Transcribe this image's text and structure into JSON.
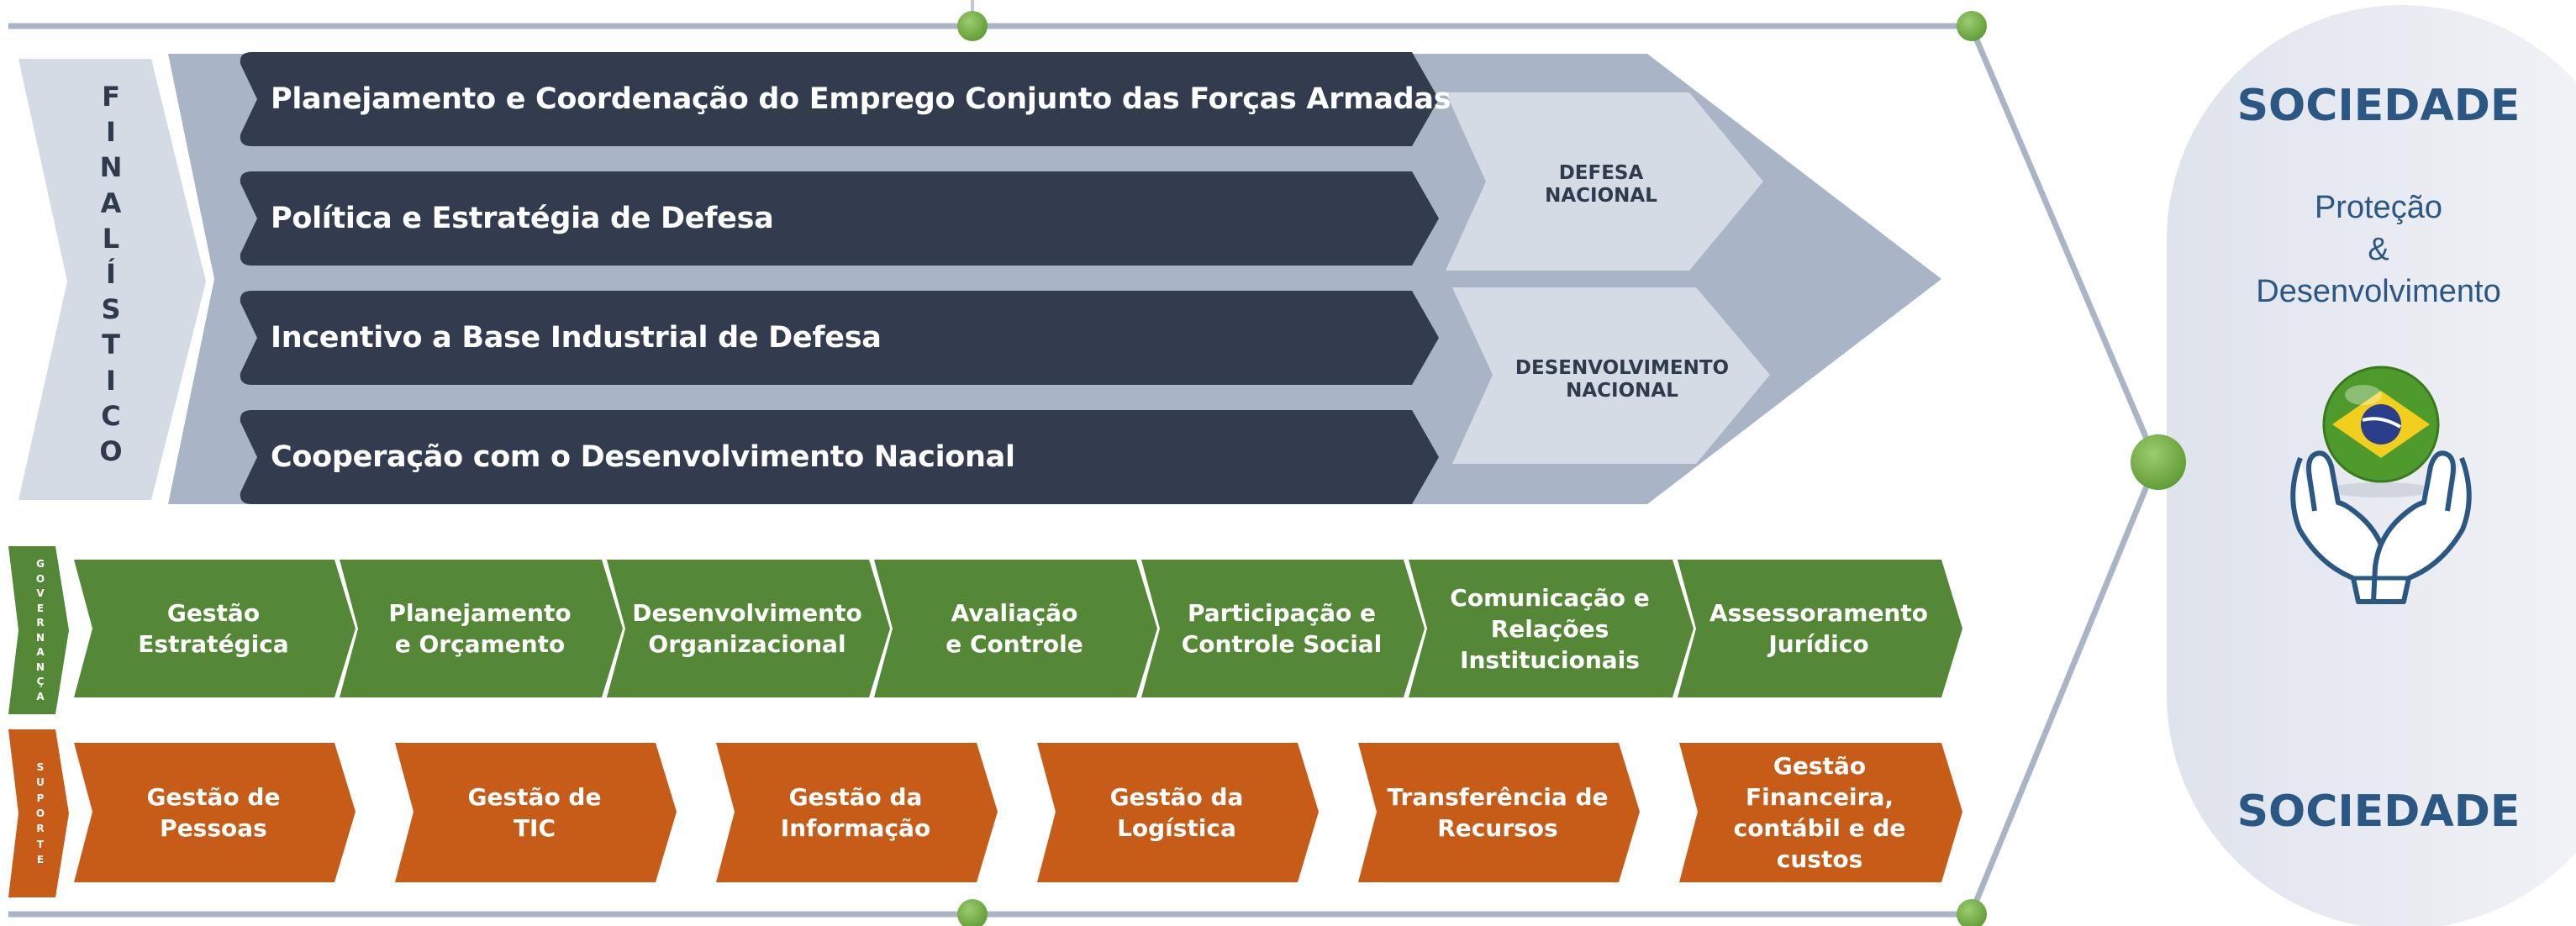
{
  "finalistico": {
    "label": "FINALÍSTICO",
    "letters": [
      "F",
      "I",
      "N",
      "A",
      "L",
      "Í",
      "S",
      "T",
      "I",
      "C",
      "O"
    ],
    "programs": [
      "Planejamento e Coordenação do Emprego Conjunto das Forças Armadas",
      "Política e Estratégia de Defesa",
      "Incentivo a Base Industrial de Defesa",
      "Cooperação com o Desenvolvimento Nacional"
    ],
    "outcomes": [
      "DEFESA NACIONAL",
      "DESENVOLVIMENTO NACIONAL"
    ]
  },
  "governanca": {
    "letters": [
      "G",
      "O",
      "V",
      "E",
      "R",
      "N",
      "A",
      "N",
      "Ç",
      "A"
    ],
    "items": [
      "Gestão\nEstratégica",
      "Planejamento\ne Orçamento",
      "Desenvolvimento\nOrganizacional",
      "Avaliação\ne Controle",
      "Participação e\nControle Social",
      "Comunicação e\nRelações\nInstitucionais",
      "Assessoramento\nJurídico"
    ]
  },
  "suporte": {
    "letters": [
      "S",
      "U",
      "P",
      "O",
      "R",
      "T",
      "E"
    ],
    "items": [
      "Gestão de\nPessoas",
      "Gestão de\nTIC",
      "Gestão da\nInformação",
      "Gestão da\nLogística",
      "Transferência de\nRecursos",
      "Gestão Financeira,\ncontábil e de custos"
    ]
  },
  "sociedade": {
    "title_top": "SOCIEDADE",
    "subtitle_lines": [
      "Proteção",
      "&",
      "Desenvolvimento"
    ],
    "title_bottom": "SOCIEDADE",
    "icon": "hands-holding-brazil-flag-icon"
  },
  "colors": {
    "dark_bar": "#323c4e",
    "light_arrow": "#a9b4c7",
    "pale_arrow": "#d5dbe5",
    "governanca_green": "#548836",
    "suporte_orange": "#c75b18",
    "connector_dot": "#6fa83f",
    "title_blue": "#2a5783"
  }
}
